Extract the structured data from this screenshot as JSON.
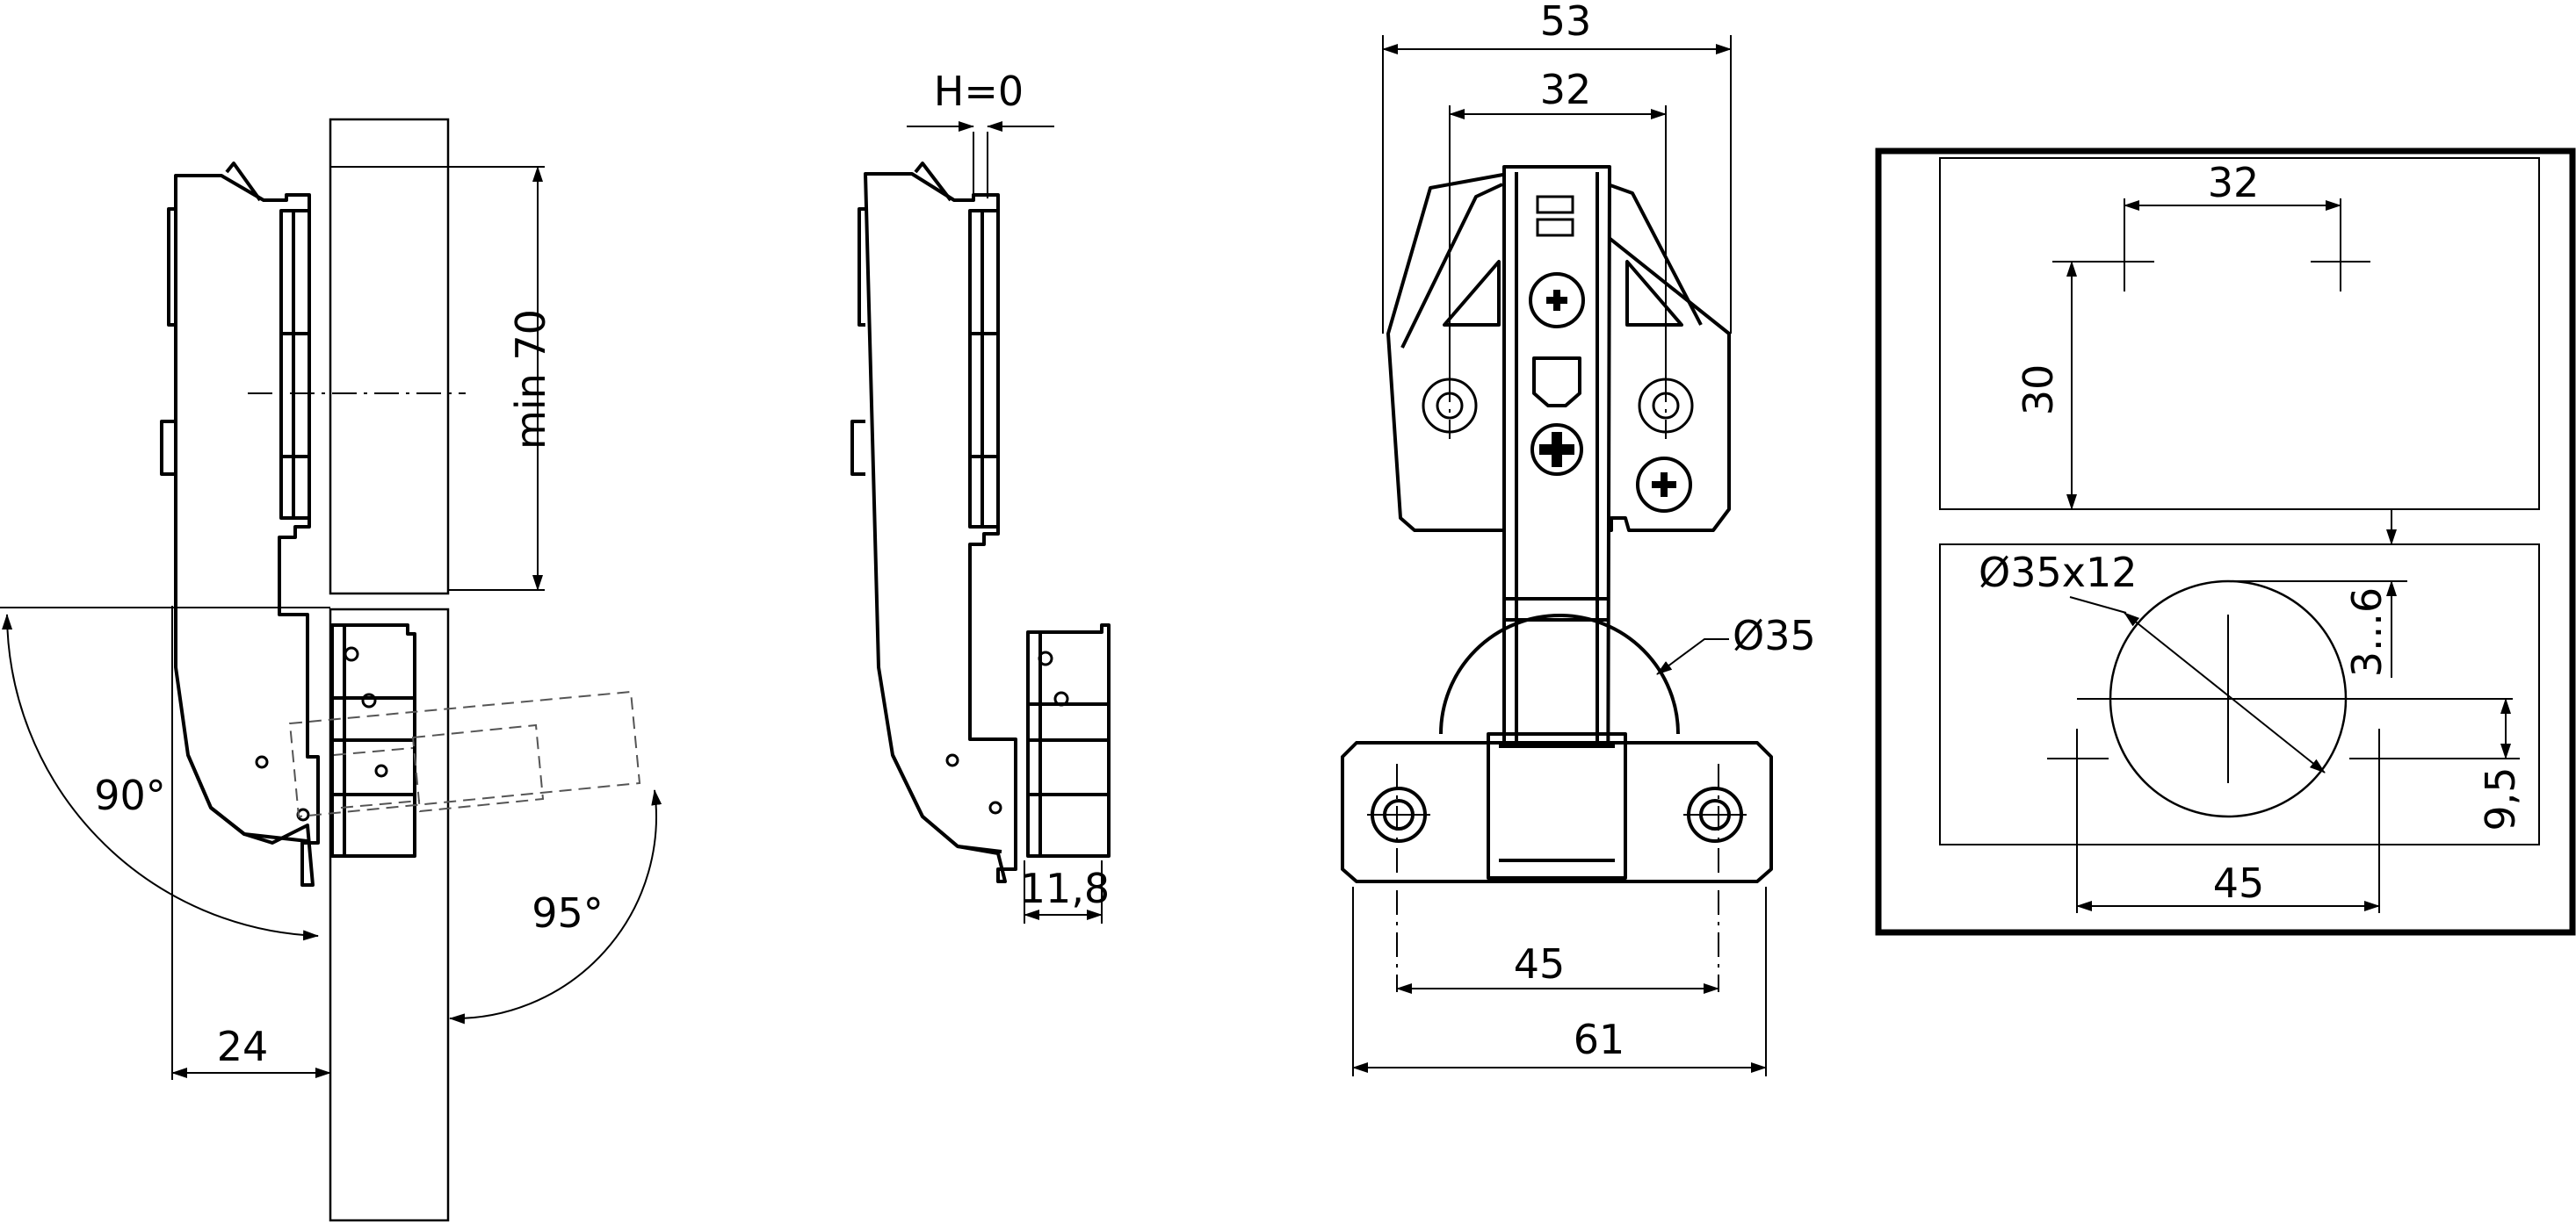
{
  "dimensions": {
    "min70": "min 70",
    "h0": "H=0",
    "width53": "53",
    "width32": "32",
    "dia35": "Ø35",
    "width45": "45",
    "width61": "61",
    "angle90": "90°",
    "angle95": "95°",
    "offset24": "24",
    "depth118": "11,8"
  },
  "drilling_template": {
    "spacing32": "32",
    "distance30": "30",
    "cup": "Ø35x12",
    "edge": "3...6",
    "spacing45": "45",
    "offset95": "9,5"
  },
  "colors": {
    "line": "#000000",
    "background": "#ffffff",
    "hidden_line": "#555555"
  }
}
